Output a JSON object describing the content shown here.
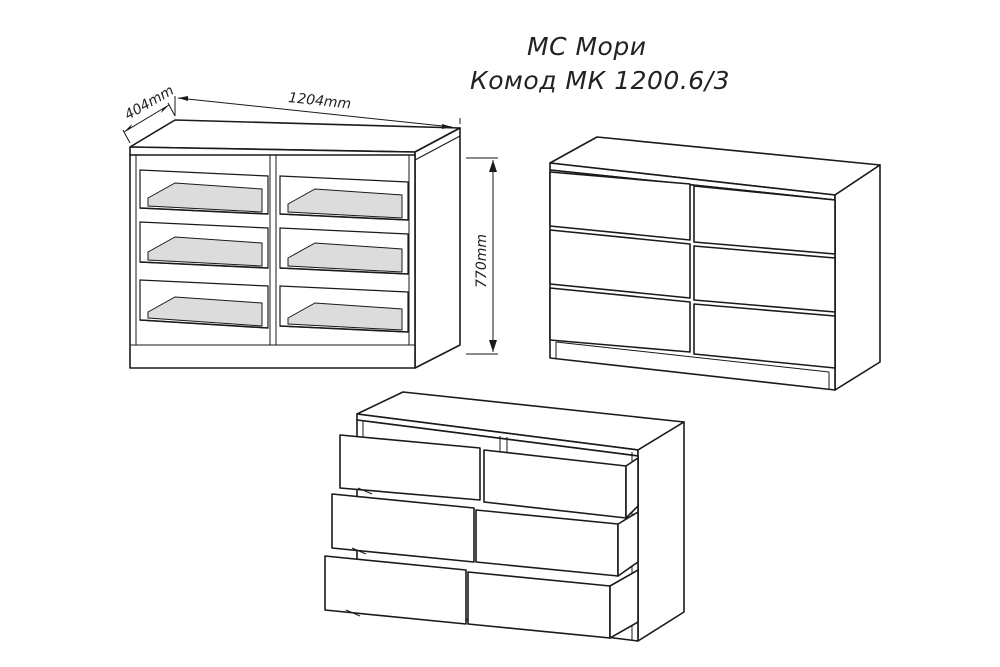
{
  "title": {
    "brand": "МС Мори",
    "model": "Комод МК 1200.6/3"
  },
  "dimensions": {
    "depth": "404mm",
    "width": "1204mm",
    "height": "770mm"
  },
  "views": [
    "open-frame-view",
    "closed-front-view",
    "drawers-open-view"
  ]
}
